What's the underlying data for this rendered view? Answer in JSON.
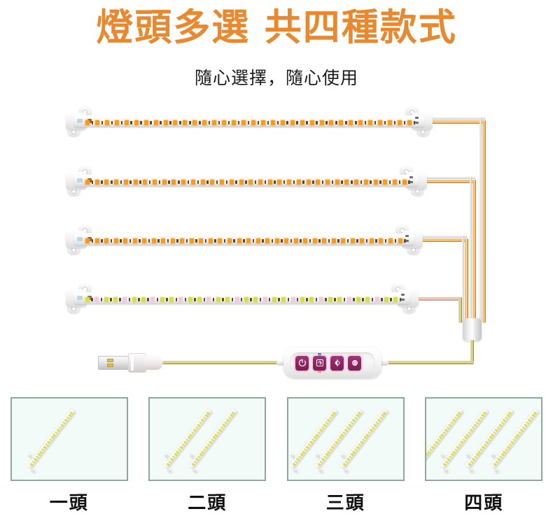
{
  "header": {
    "title": "燈頭多選 共四種款式",
    "subtitle": "隨心選擇，隨心使用",
    "title_color": "#e8892f",
    "subtitle_color": "#1a1a1a"
  },
  "diagram": {
    "name": "usb-led-grow-light-strip-wiring-diagram",
    "strip_count": 4,
    "strips": [
      {
        "label": "led-strip-1",
        "led_color": "amber",
        "led_hex": "#f79a20",
        "led_count": 34
      },
      {
        "label": "led-strip-2",
        "led_color": "amber",
        "led_hex": "#f79a20",
        "led_count": 34
      },
      {
        "label": "led-strip-3",
        "led_color": "amber",
        "led_hex": "#f79a20",
        "led_count": 34
      },
      {
        "label": "led-strip-4",
        "led_color": "full-spectrum",
        "led_hex": "#d6dd45",
        "led_count": 34
      }
    ],
    "usb_connector": "usb-a-plug",
    "junction_box": "4-to-1 wire junction",
    "wire_color": "#e89a3c"
  },
  "controller": {
    "name": "inline-touch-controller",
    "button_count": 4,
    "buttons": [
      {
        "name": "power-timer-button",
        "icon": "power-icon"
      },
      {
        "name": "mode-cycle-button",
        "icon": "cycle-arrow-icon"
      },
      {
        "name": "brightness-button",
        "icon": "brightness-icon"
      },
      {
        "name": "spectrum-button",
        "icon": "spectrum-globe-icon"
      }
    ],
    "indicators": [
      {
        "name": "indicator-blue",
        "color": "#2f6fe0"
      },
      {
        "name": "indicator-green",
        "color": "#b9c22f"
      },
      {
        "name": "indicator-orange",
        "color": "#ef7e20"
      }
    ],
    "button_color": "#8e2765"
  },
  "variants": {
    "box_border_color": "#8fa89a",
    "box_fill_color": "#f2fbf7",
    "items": [
      {
        "caption": "一頭",
        "strips": 1,
        "name": "variant-one-head"
      },
      {
        "caption": "二頭",
        "strips": 2,
        "name": "variant-two-head"
      },
      {
        "caption": "三頭",
        "strips": 3,
        "name": "variant-three-head"
      },
      {
        "caption": "四頭",
        "strips": 4,
        "name": "variant-four-head"
      }
    ]
  }
}
